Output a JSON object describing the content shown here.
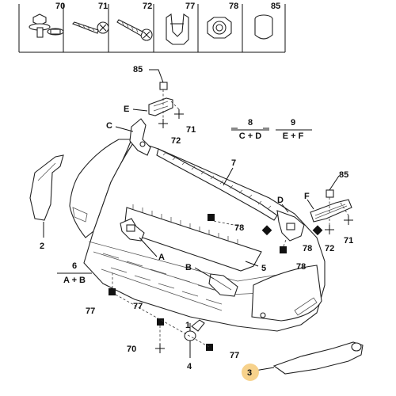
{
  "fastener_table": [
    {
      "ref": "70",
      "icon": "bolt-with-washer-icon"
    },
    {
      "ref": "71",
      "icon": "screw-icon"
    },
    {
      "ref": "72",
      "icon": "screw-icon"
    },
    {
      "ref": "77",
      "icon": "clip-icon"
    },
    {
      "ref": "78",
      "icon": "washer-nut-icon"
    },
    {
      "ref": "85",
      "icon": "plug-icon"
    }
  ],
  "callouts": {
    "c85_top": "85",
    "cE": "E",
    "c71_left": "71",
    "cC": "C",
    "c72_left": "72",
    "c7": "7",
    "c85_right": "85",
    "cD": "D",
    "cF": "F",
    "c78_a": "78",
    "c78_b": "78",
    "c78_c": "78",
    "c72_right": "72",
    "c71_right": "71",
    "c2": "2",
    "cA": "A",
    "cB": "B",
    "c5": "5",
    "c77_a": "77",
    "c77_b": "77",
    "c77_c": "77",
    "c1": "1",
    "c70": "70",
    "c4": "4",
    "c3": "3"
  },
  "groups": [
    {
      "num": "6",
      "letters": "A + B"
    },
    {
      "num": "8",
      "letters": "C + D"
    },
    {
      "num": "9",
      "letters": "E + F"
    }
  ],
  "highlight_color": "#f7d28c"
}
